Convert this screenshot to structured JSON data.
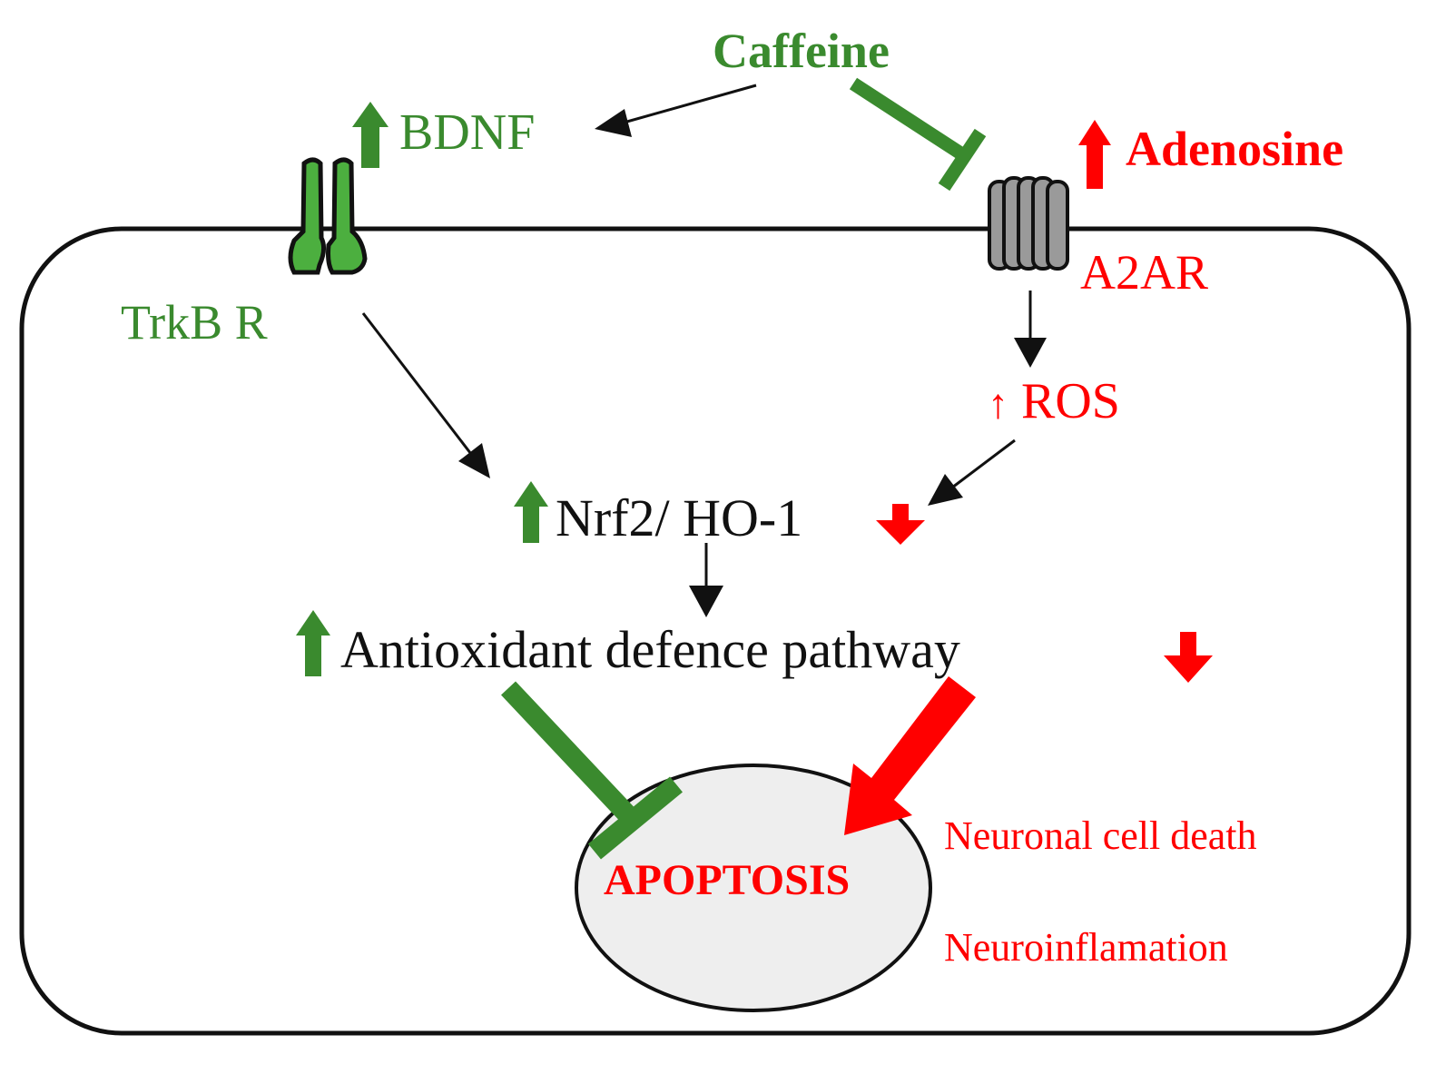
{
  "colors": {
    "green": "#3a8a2e",
    "red": "#ff0000",
    "black": "#111111",
    "nucleus_fill": "#eeeeee",
    "receptor_green": "#4caf3f",
    "receptor_gray": "#9a9a9a"
  },
  "labels": {
    "caffeine": "Caffeine",
    "bdnf": "BDNF",
    "adenosine": "Adenosine",
    "trkb": "TrkB R",
    "a2ar": "A2AR",
    "ros_arrow": "↑",
    "ros": "ROS",
    "nrf2": "Nrf2/ HO-1",
    "antioxidant": "Antioxidant defence pathway",
    "apoptosis": "APOPTOSIS",
    "neuronal_death": "Neuronal cell death",
    "neuroinflammation": "Neuroinflamation"
  },
  "icons": {
    "trkb": "trkb-receptor-icon",
    "a2ar": "a2ar-receptor-icon",
    "up": "up-arrow-icon",
    "down": "down-arrow-icon"
  }
}
